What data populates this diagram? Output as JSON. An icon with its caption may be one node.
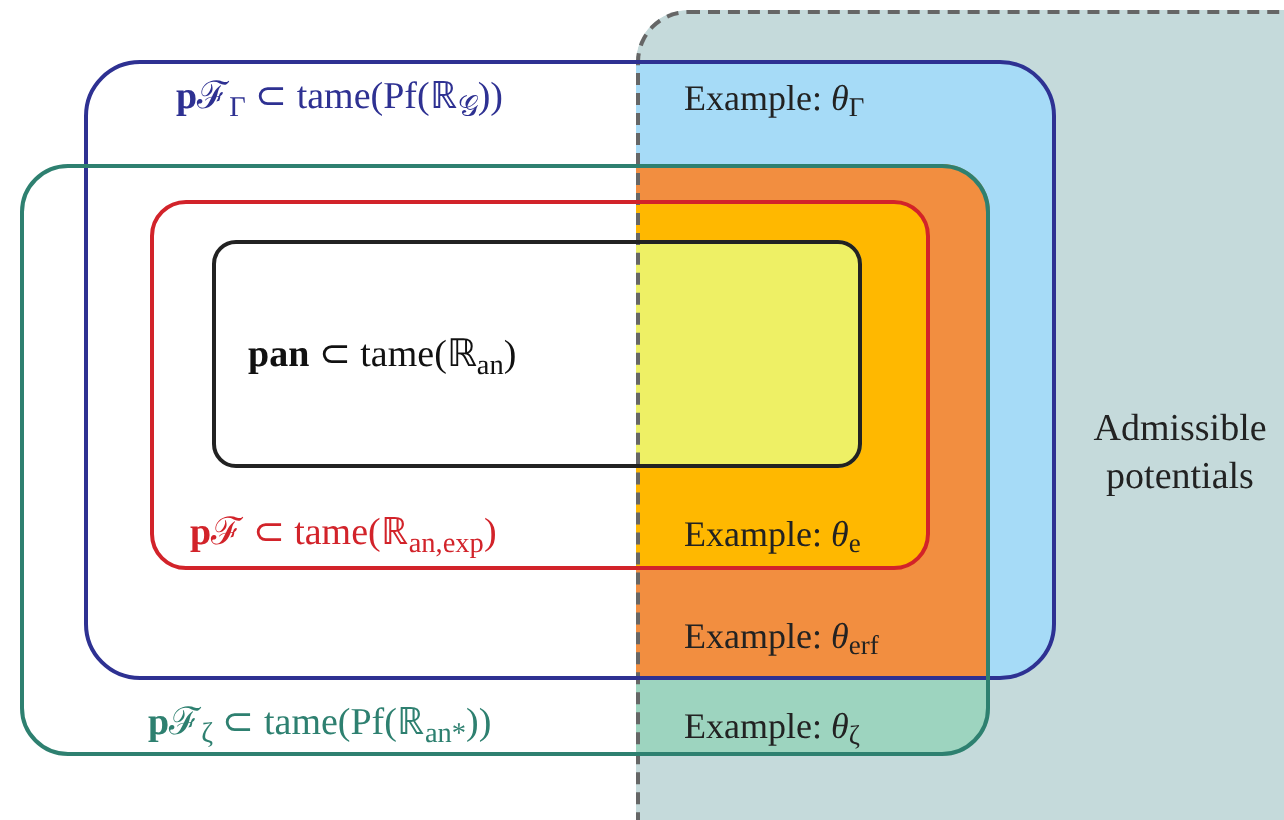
{
  "diagram": {
    "nodes": [
      {
        "text": [
          "Admissible potentials"
        ]
      },
      {
        "text": [
          "**p**ℱ$_{Γ}$ ⊂ tame(Pf(ℝ$_{𝒢}$))"
        ]
      },
      {
        "text": [
          "**p**ℱ$_{ζ}$ ⊂ tame(Pf(ℝ$_{an*}$))"
        ]
      },
      {
        "text": [
          "**p**ℱ ⊂ tame(ℝ$_{an,exp}$)"
        ],
        "in": 2
      },
      {
        "text": [
          "**pan** ⊂ tame(ℝ$_{an}$)"
        ],
        "in": 3
      }
    ],
    "edges": [],
    "labels": [
      "Example: *θ*$_{Γ}$",
      "Example: *θ*$_{e}$",
      "Example: *θ*$_{erf}$",
      "Example: *θ*$_{ζ}$"
    ]
  }
}
